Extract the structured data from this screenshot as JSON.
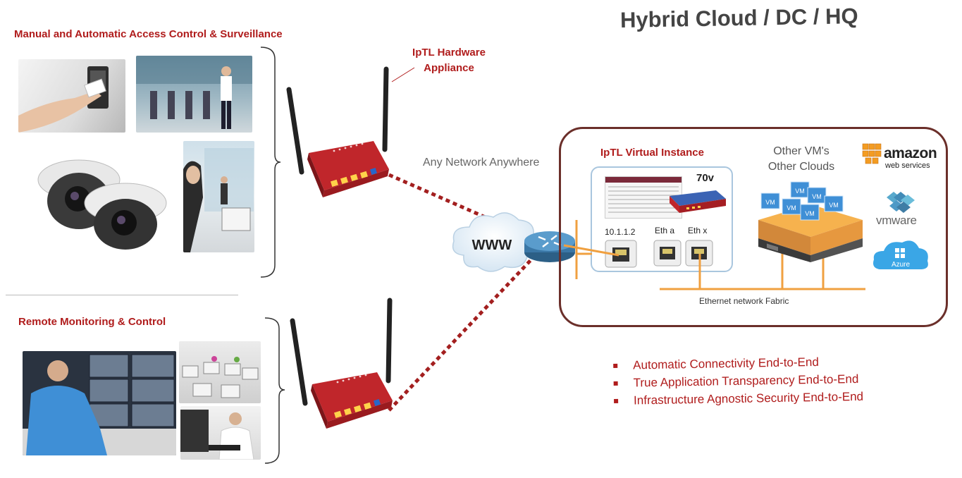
{
  "header": {
    "title": "Hybrid Cloud / DC / HQ"
  },
  "left_top": {
    "title": "Manual and Automatic Access Control & Surveillance"
  },
  "left_bottom": {
    "title": "Remote Monitoring & Control"
  },
  "appliance": {
    "label_line1": "IpTL Hardware",
    "label_line2": "Appliance"
  },
  "network": {
    "label": "Any Network Anywhere",
    "cloud_text": "WWW"
  },
  "dc": {
    "instance_title": "IpTL Virtual Instance",
    "model": "70v",
    "ports": [
      "10.1.1.2",
      "Eth a",
      "Eth x"
    ],
    "other_vm_line1": "Other VM's",
    "other_vm_line2": "Other Clouds",
    "fabric_label": "Ethernet network Fabric",
    "vm_label": "VM"
  },
  "clouds": {
    "amazon_line1": "amazon",
    "amazon_line2": "web services",
    "vmware": "vmware",
    "azure": "Azure"
  },
  "bullets": [
    "Automatic Connectivity End-to-End",
    "True Application Transparency End-to-End",
    "Infrastructure Agnostic Security End-to-End"
  ],
  "colors": {
    "accent_red": "#b01c1c",
    "dc_border": "#6b2f2a",
    "fabric_orange": "#f0a040"
  }
}
